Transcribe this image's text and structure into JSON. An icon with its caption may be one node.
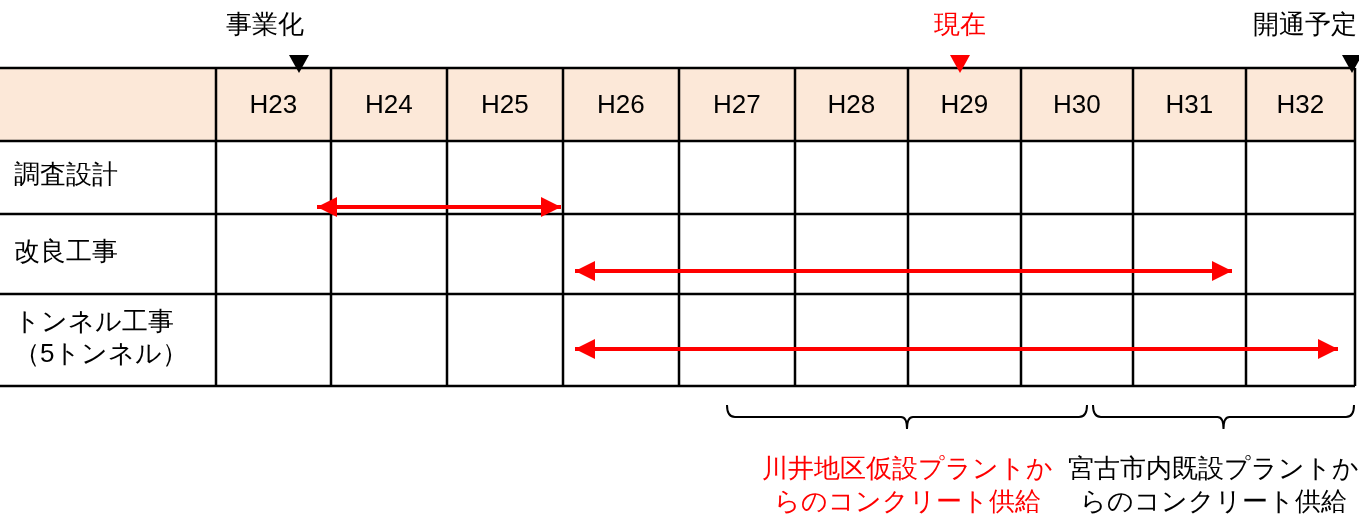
{
  "diagram": {
    "labels": [
      "事業化",
      "現在",
      "開通予定",
      "H23",
      "H24",
      "H25",
      "H26",
      "H27",
      "H28",
      "H29",
      "H30",
      "H31",
      "H32",
      "調査設計",
      "改良工事",
      "トンネル工事（5トンネル）",
      "川井地区仮設プラントからのコンクリート供給",
      "宮古市内既設プラントからのコンクリート供給"
    ]
  }
}
